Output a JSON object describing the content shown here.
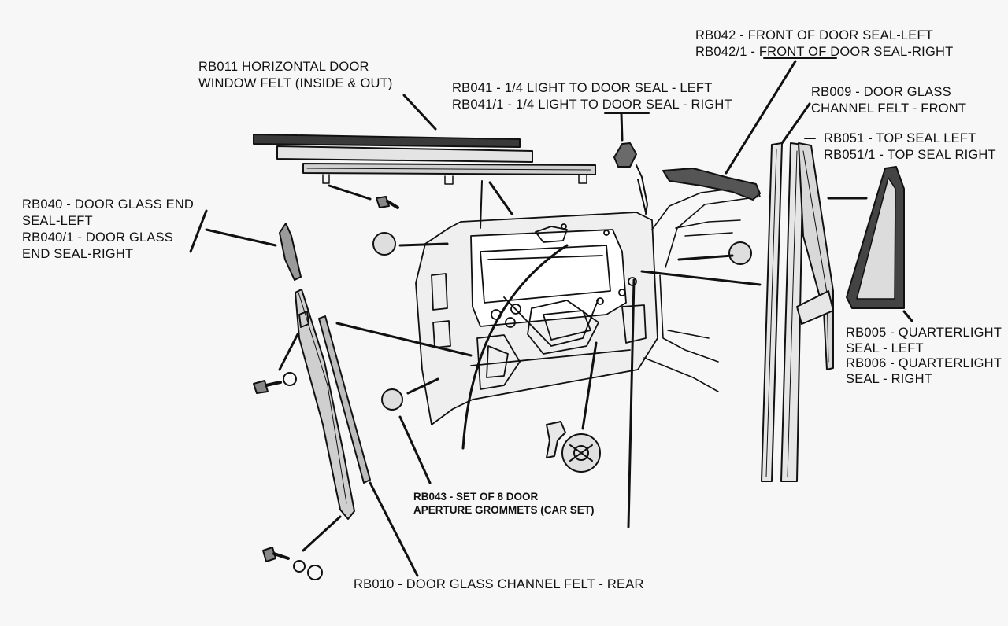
{
  "labels": {
    "rb042_line1": "RB042 - FRONT OF DOOR SEAL-LEFT",
    "rb042_line2": "RB042/1 - FRONT OF DOOR SEAL-RIGHT",
    "rb011_line1": "RB011 HORIZONTAL DOOR",
    "rb011_line2": "WINDOW FELT (INSIDE & OUT)",
    "rb041_line1": "RB041 - 1/4 LIGHT TO DOOR SEAL - LEFT",
    "rb041_line2": "RB041/1 - 1/4 LIGHT TO DOOR SEAL - RIGHT",
    "rb009_line1": "RB009 - DOOR GLASS",
    "rb009_line2": "CHANNEL FELT - FRONT",
    "rb051_line1": "RB051 - TOP SEAL LEFT",
    "rb051_line2": "RB051/1 - TOP SEAL RIGHT",
    "rb040_line1": "RB040 - DOOR GLASS END",
    "rb040_line2": "SEAL-LEFT",
    "rb040_line3": "RB040/1 - DOOR GLASS",
    "rb040_line4": "END SEAL-RIGHT",
    "rb005_line1": "RB005 - QUARTERLIGHT",
    "rb005_line2": "SEAL - LEFT",
    "rb005_line3": "RB006 - QUARTERLIGHT",
    "rb005_line4": "SEAL - RIGHT",
    "rb043_line1": "RB043 - SET OF 8 DOOR",
    "rb043_line2": "APERTURE GROMMETS (CAR SET)",
    "rb010_line1": "RB010 - DOOR GLASS CHANNEL FELT - REAR"
  },
  "colors": {
    "background": "#f7f7f7",
    "ink": "#111111",
    "part_fill": "#e9e9e9"
  }
}
